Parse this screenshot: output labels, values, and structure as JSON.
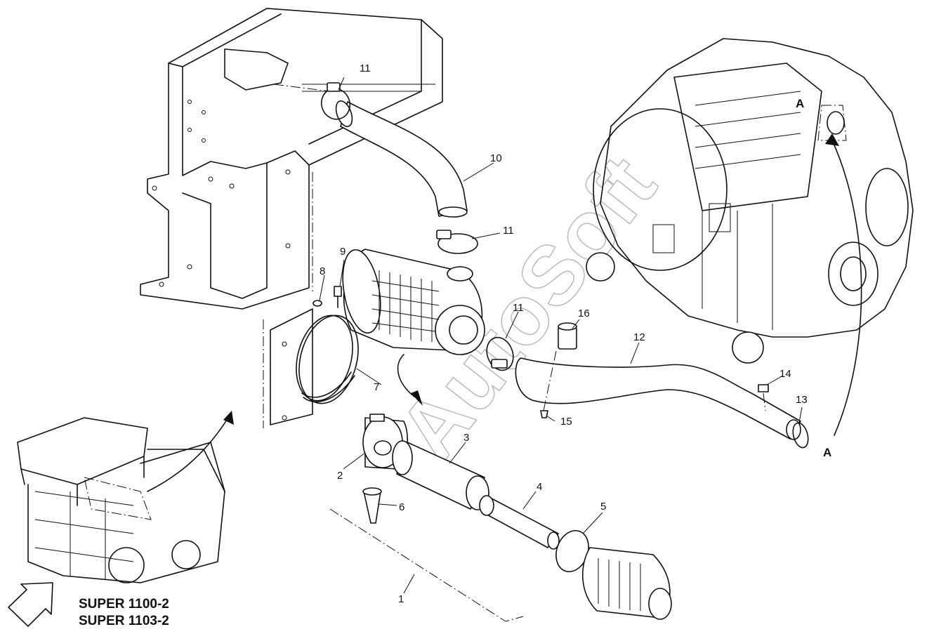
{
  "watermark": "AutoSoft",
  "callouts": {
    "c1": "1",
    "c2": "2",
    "c3": "3",
    "c4": "4",
    "c5": "5",
    "c6": "6",
    "c7": "7",
    "c8": "8",
    "c9": "9",
    "c10": "10",
    "c11a": "11",
    "c11b": "11",
    "c11c": "11",
    "c12": "12",
    "c13": "13",
    "c14": "14",
    "c15": "15",
    "c16": "16"
  },
  "view_markers": {
    "top": "A",
    "bottom": "A"
  },
  "models": [
    "SUPER 1100-2",
    "SUPER 1103-2"
  ]
}
